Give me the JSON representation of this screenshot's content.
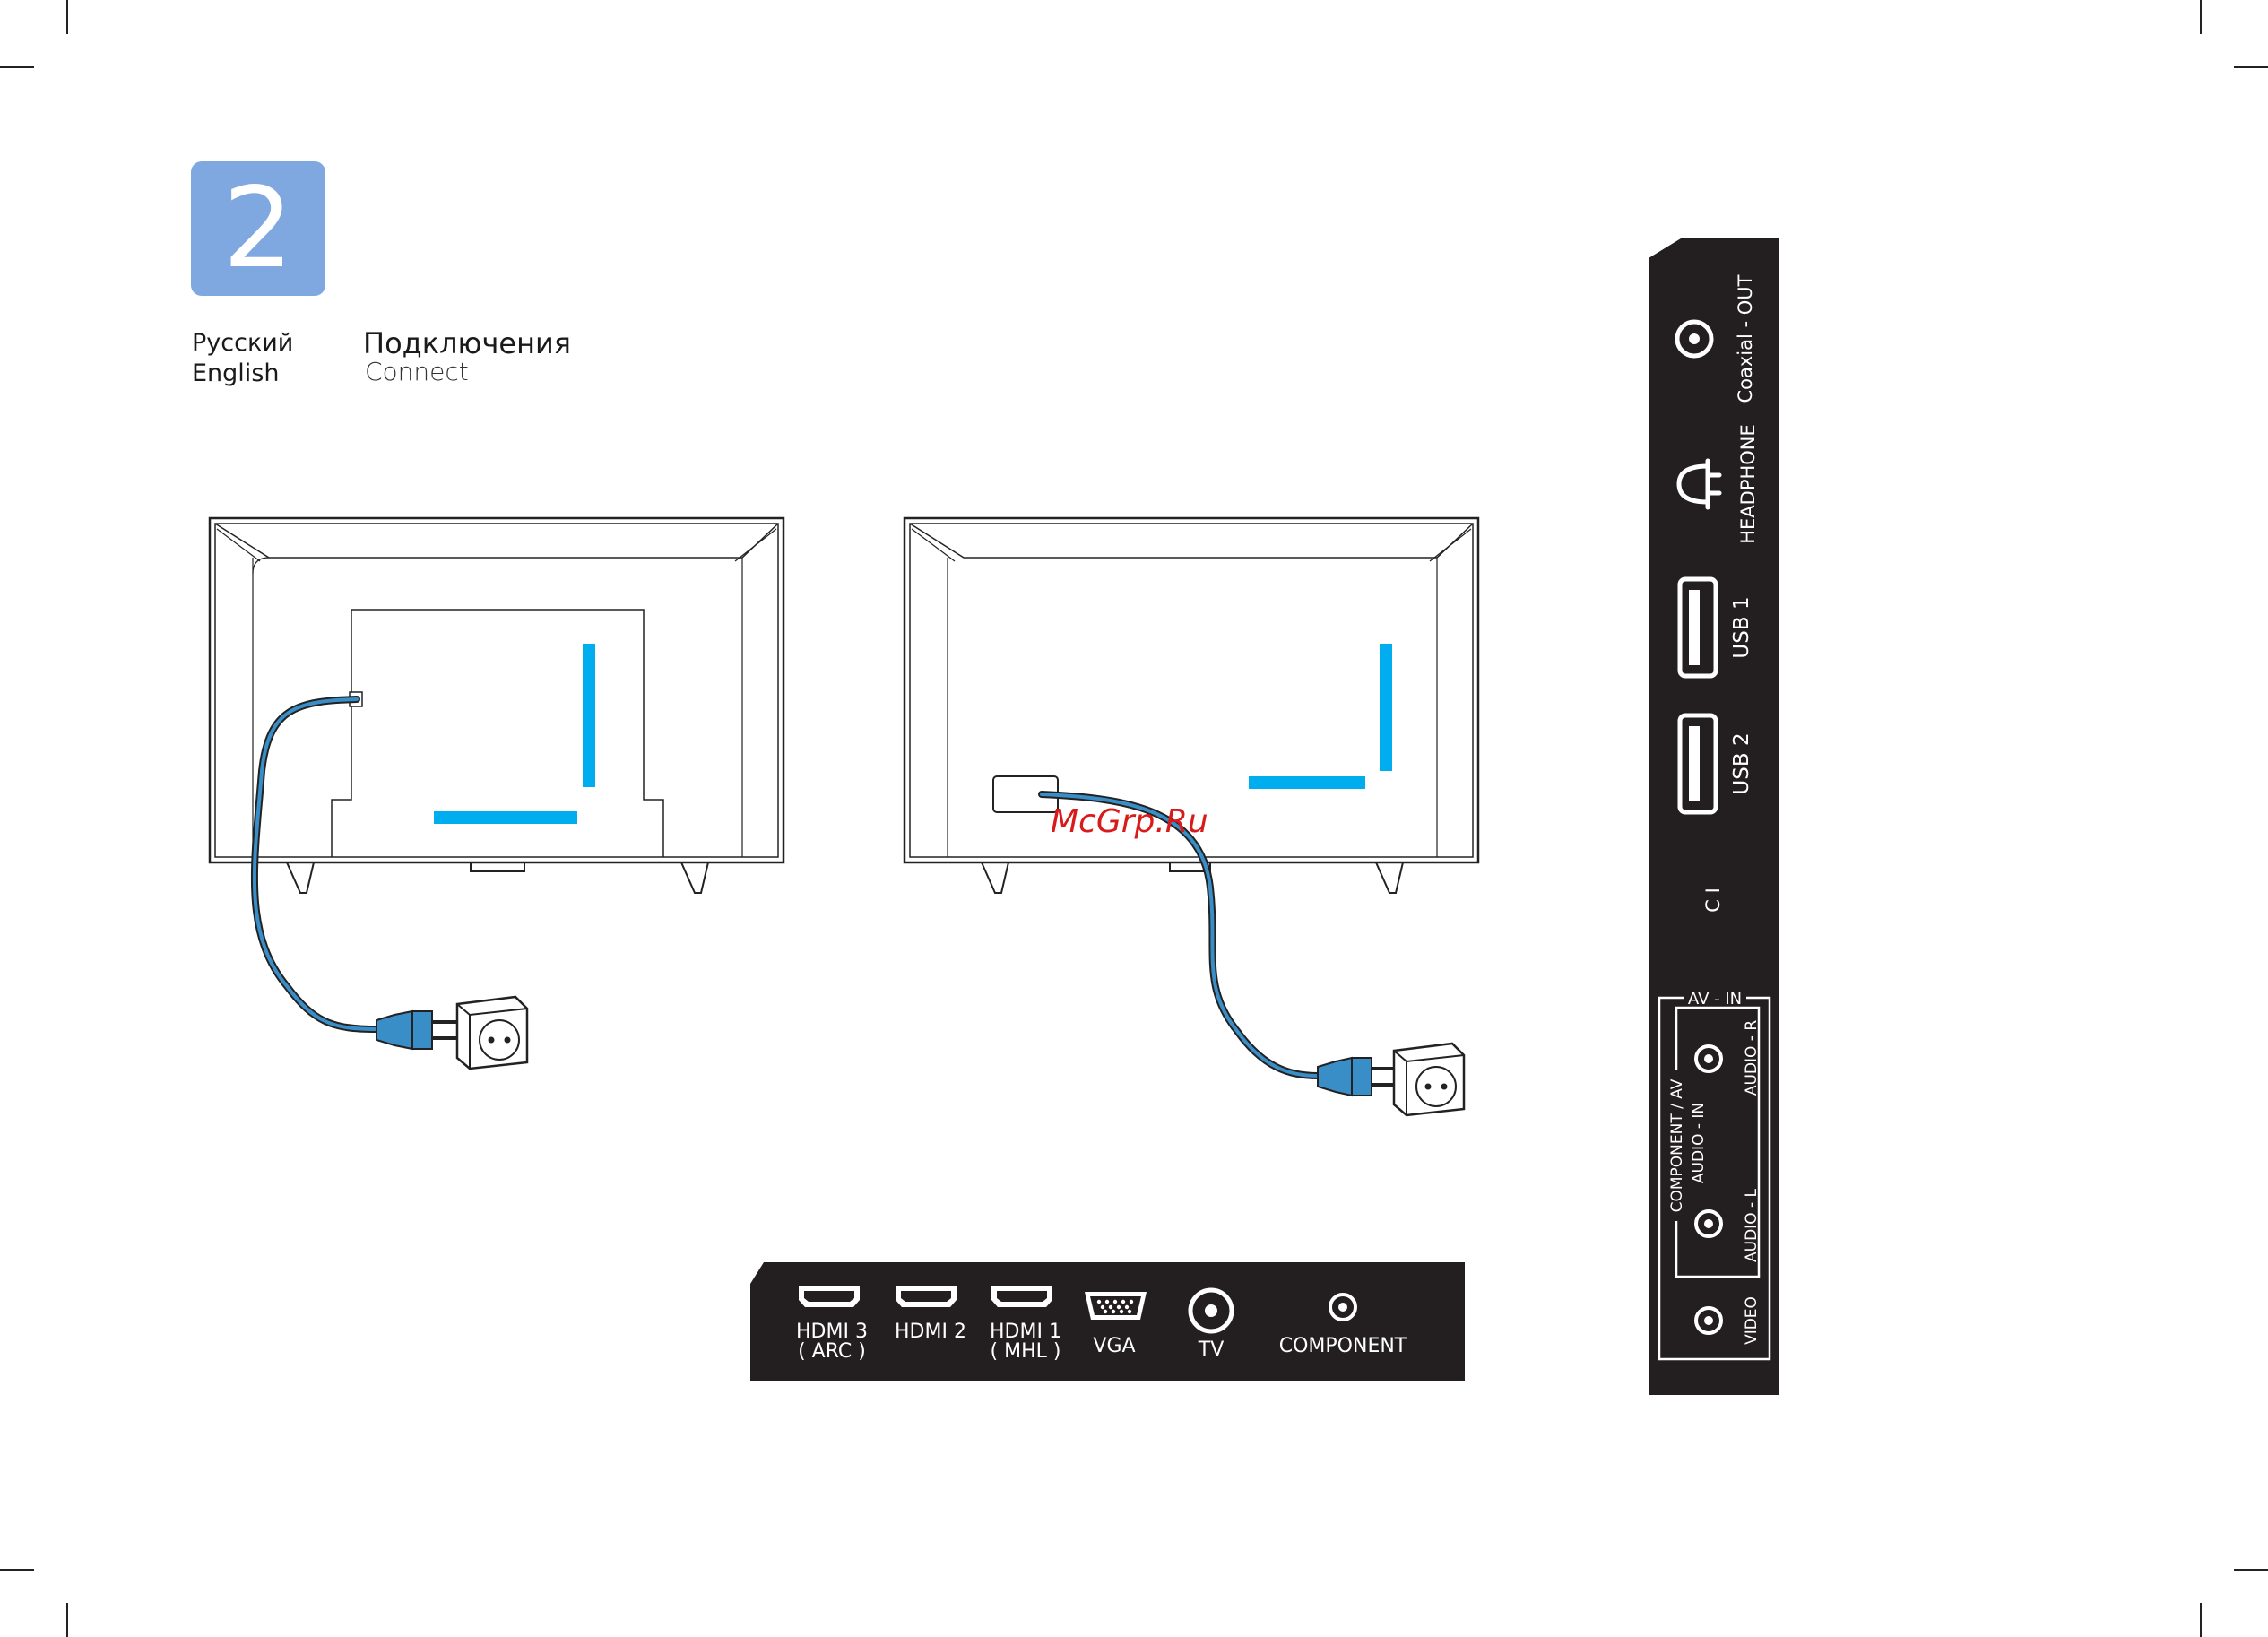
{
  "step_number": "2",
  "languages": {
    "ru": "Русский",
    "en": "English"
  },
  "title": {
    "ru": "Подключения",
    "en": "Connect"
  },
  "watermark": "McGrp.Ru",
  "bottom_panel": {
    "ports": [
      {
        "id": "hdmi3",
        "line1": "HDMI 3",
        "line2": "( ARC )"
      },
      {
        "id": "hdmi2",
        "line1": "HDMI 2",
        "line2": ""
      },
      {
        "id": "hdmi1",
        "line1": "HDMI 1",
        "line2": "( MHL )"
      },
      {
        "id": "vga",
        "line1": "VGA",
        "line2": ""
      },
      {
        "id": "tv",
        "line1": "TV",
        "line2": ""
      },
      {
        "id": "component",
        "line1": "COMPONENT",
        "line2": ""
      }
    ]
  },
  "side_panel": {
    "coaxial_out": "Coaxial - OUT",
    "headphone": "HEADPHONE",
    "usb1": "USB 1",
    "usb2": "USB 2",
    "ci": "C I",
    "av_in": "AV - IN",
    "component_av": "COMPONENT / AV",
    "audio_in": "AUDIO - IN",
    "audio_r": "AUDIO - R",
    "audio_l": "AUDIO - L",
    "video": "VIDEO"
  },
  "colors": {
    "badge": "#80a8e0",
    "accent_blue": "#00aeef",
    "cable": "#3a8ec8",
    "panel": "#231f20"
  }
}
